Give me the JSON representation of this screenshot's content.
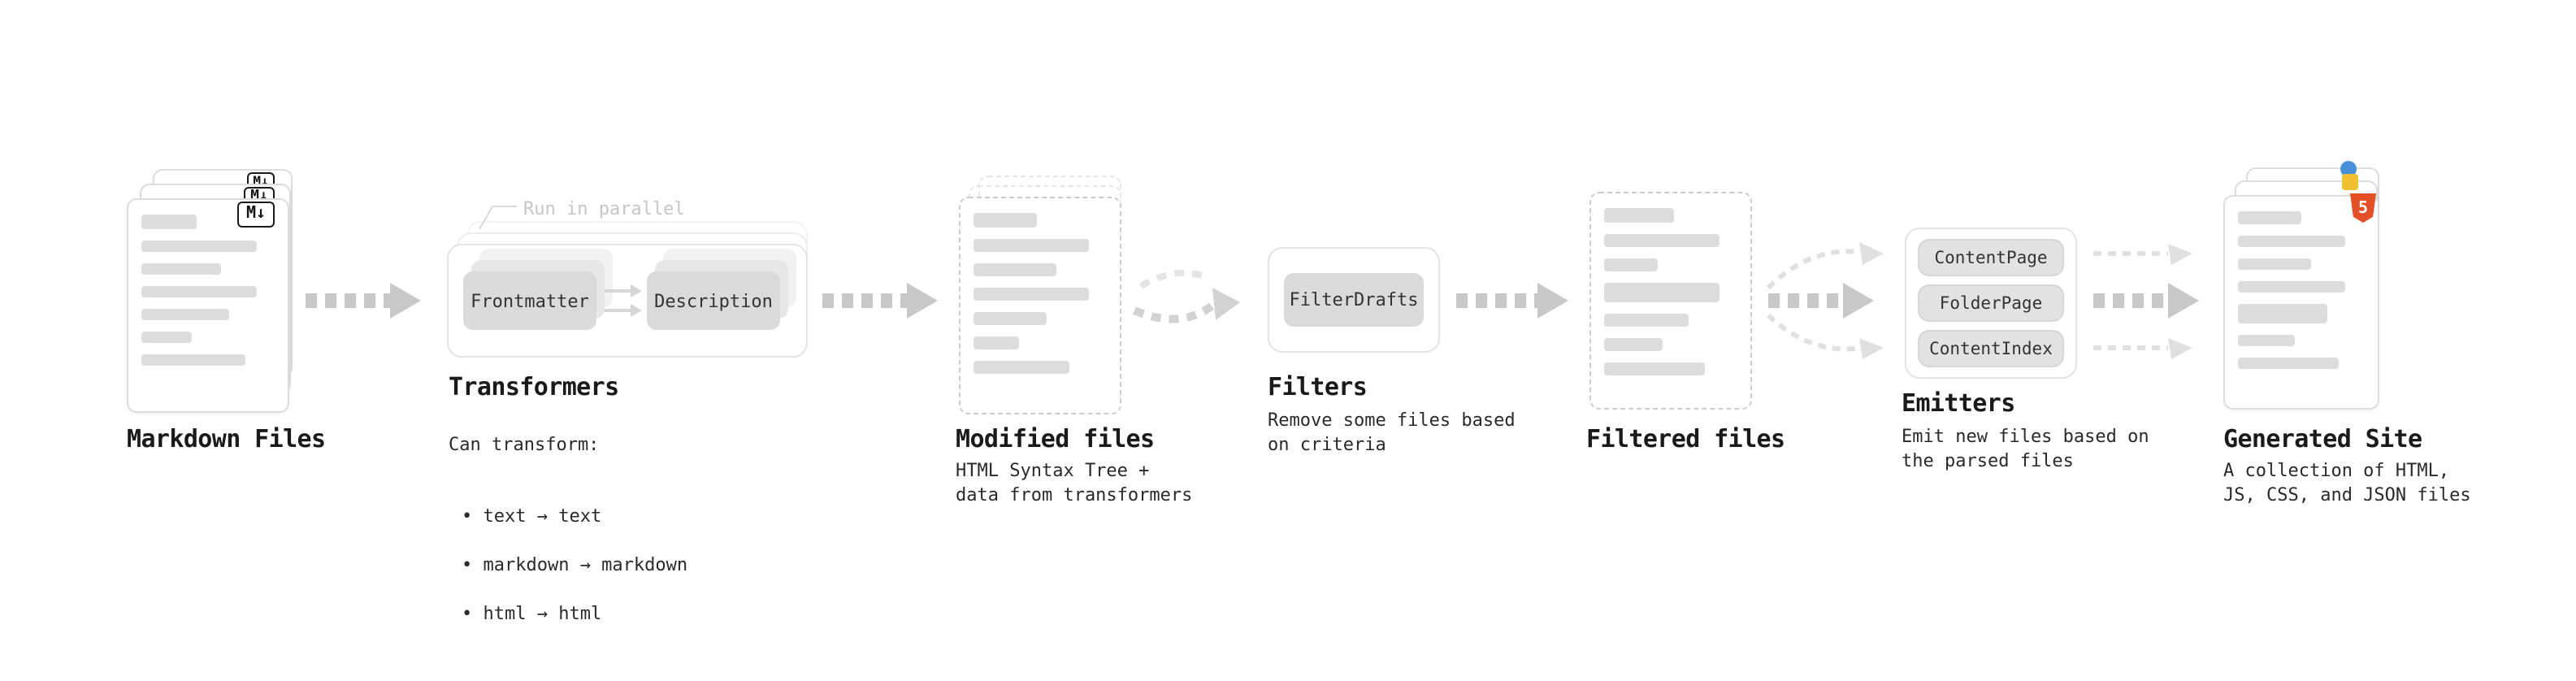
{
  "nodes": {
    "markdown_files": {
      "label": "Markdown Files"
    },
    "transformers": {
      "label": "Transformers",
      "parallel_note": "Run in parallel",
      "box1": "Frontmatter",
      "box2": "Description",
      "caption_title": "Can transform:",
      "items": [
        "• text → text",
        "• markdown → markdown",
        "• html → html"
      ]
    },
    "modified_files": {
      "label": "Modified files",
      "caption": "HTML Syntax Tree +\ndata from transformers"
    },
    "filters": {
      "label": "Filters",
      "box1": "FilterDrafts",
      "caption": "Remove some files based\non criteria"
    },
    "filtered_files": {
      "label": "Filtered files"
    },
    "emitters": {
      "label": "Emitters",
      "box1": "ContentPage",
      "box2": "FolderPage",
      "box3": "ContentIndex",
      "caption": "Emit new files based on\nthe parsed files"
    },
    "generated_site": {
      "label": "Generated Site",
      "caption": "A collection of HTML,\nJS, CSS, and JSON files"
    }
  },
  "icons": {
    "markdown_badge": "M↓",
    "html5_badge": "5"
  },
  "colors": {
    "arrow": "#c8c8c8",
    "arrow_light": "#e0e0e0",
    "html5_orange": "#e34f26",
    "js_yellow": "#f0c030",
    "dot_blue": "#4a90d9"
  }
}
